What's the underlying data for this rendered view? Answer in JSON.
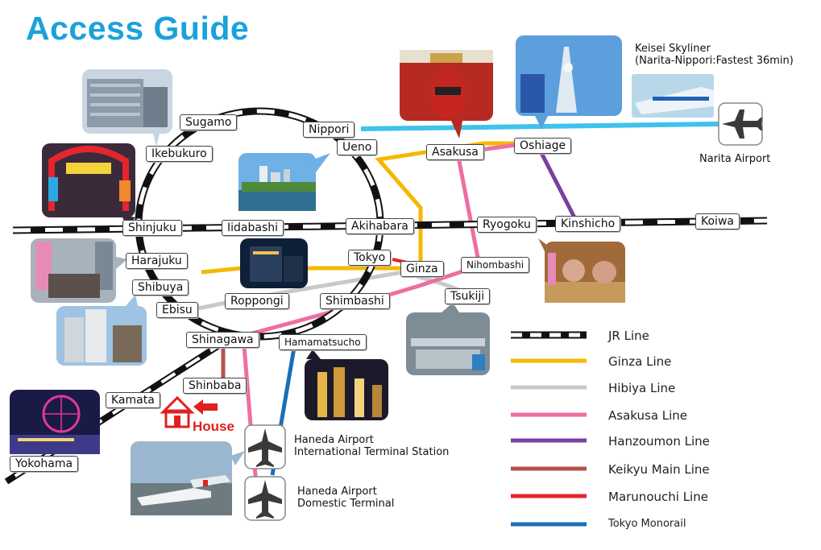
{
  "title": "Access Guide",
  "stations": {
    "sugamo": "Sugamo",
    "nippori": "Nippori",
    "ikebukuro": "Ikebukuro",
    "ueno": "Ueno",
    "asakusa": "Asakusa",
    "oshiage": "Oshiage",
    "shinjuku": "Shinjuku",
    "iidabashi": "Iidabashi",
    "akihabara": "Akihabara",
    "ryogoku": "Ryogoku",
    "kinshicho": "Kinshicho",
    "koiwa": "Koiwa",
    "harajuku": "Harajuku",
    "tokyo": "Tokyo",
    "ginza": "Ginza",
    "nihombashi": "Nihombashi",
    "shibuya": "Shibuya",
    "ebisu": "Ebisu",
    "roppongi": "Roppongi",
    "shimbashi": "Shimbashi",
    "tsukiji": "Tsukiji",
    "shinagawa": "Shinagawa",
    "hamamatsucho": "Hamamatsucho",
    "shinbaba": "Shinbaba",
    "kamata": "Kamata",
    "yokohama": "Yokohama"
  },
  "labels": {
    "skyliner_line1": "Keisei Skyliner",
    "skyliner_line2": "(Narita-Nippori:Fastest 36min)",
    "narita": "Narita Airport",
    "haneda_intl_line1": "Haneda Airport",
    "haneda_intl_line2": "International Terminal Station",
    "haneda_dom_line1": "Haneda Airport",
    "haneda_dom_line2": "Domestic Terminal",
    "house": "House"
  },
  "legend": [
    {
      "label": "JR Line",
      "color": "#111111",
      "style": "jr"
    },
    {
      "label": "Ginza Line",
      "color": "#f5b800"
    },
    {
      "label": "Hibiya Line",
      "color": "#c4c4c4"
    },
    {
      "label": "Asakusa Line",
      "color": "#ee6ea2"
    },
    {
      "label": "Hanzoumon Line",
      "color": "#7a3fa0"
    },
    {
      "label": "Keikyu Main Line",
      "color": "#b5504a"
    },
    {
      "label": "Marunouchi Line",
      "color": "#e8222d"
    },
    {
      "label": "Tokyo Monorail",
      "color": "#1b6fb8"
    }
  ],
  "colors": {
    "title": "#1ba1dc",
    "skyliner": "#3fc2ec",
    "house": "#e02020"
  },
  "icons": [
    "airplane-icon",
    "house-icon",
    "arrow-left-icon"
  ]
}
